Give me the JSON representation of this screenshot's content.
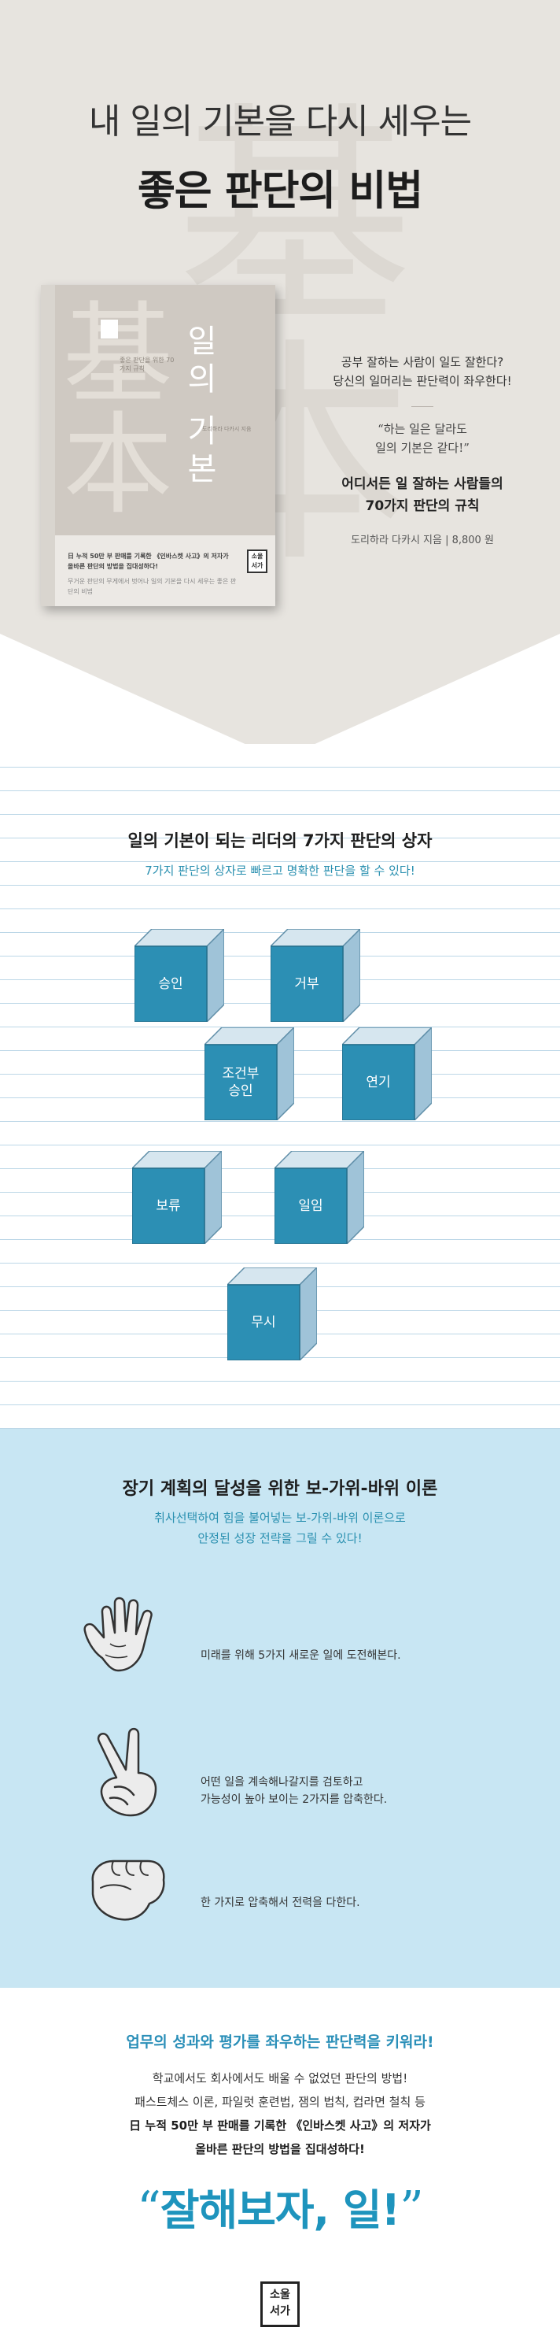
{
  "hero": {
    "headline": "내 일의 기본을 다시 세우는",
    "headline_bold": "좋은 판단의 비법",
    "book": {
      "title_line1": "일의",
      "title_line2": "기본",
      "small_text": "좋은 판단을 위한 70가지 규칙",
      "author_text": "도리하라 다카시 지음",
      "band_lead": "日 누적 50만 부 판매를 기록한 《인바스켓 사고》의 저자가",
      "band_lead2": "올바른 판단의 방법을 집대성하다!",
      "band_muted": "무거운 판단의 무게에서 벗어나 일의 기본을 다시 세우는 좋은 판단의 비법",
      "logo": "소울 서가"
    },
    "question_line1": "공부 잘하는 사람이 일도 잘한다?",
    "question_line2": "당신의 일머리는 판단력이 좌우한다!",
    "quote_line1": "“하는 일은 달라도",
    "quote_line2": "일의 기본은 같다!”",
    "bold_line1": "어디서든 일 잘하는 사람들의",
    "bold_line2": "70가지 판단의 규칙",
    "price": "도리하라 다카시 지음 | 8,800 원"
  },
  "boxes": {
    "title": "일의 기본이 되는 리더의 7가지 판단의 상자",
    "subtitle": "7가지 판단의 상자로 빠르고 명확한 판단을 할 수 있다!",
    "labels": [
      "승인",
      "거부",
      "조건부\n승인",
      "연기",
      "보류",
      "일임",
      "무시"
    ],
    "front_color": "#2c8fb4",
    "side_color": "#9fc3d8",
    "top_color": "#d6e6ef"
  },
  "rps": {
    "title": "장기 계획의 달성을 위한 보-가위-바위 이론",
    "subtitle_line1": "취사선택하여 힘을 불어넣는 보-가위-바위 이론으로",
    "subtitle_line2": "안정된 성장 전략을 그릴 수 있다!",
    "items": [
      {
        "icon": "open-palm-icon",
        "text_line1": "미래를 위해 5가지 새로운 일에 도전해본다.",
        "text_line2": ""
      },
      {
        "icon": "victory-hand-icon",
        "text_line1": "어떤 일을 계속해나갈지를 검토하고",
        "text_line2": "가능성이 높아 보이는 2가지를 압축한다."
      },
      {
        "icon": "fist-icon",
        "text_line1": "한 가지로 압축해서 전력을 다한다.",
        "text_line2": ""
      }
    ]
  },
  "bottom": {
    "title": "업무의 성과와 평가를 좌우하는 판단력을 키워라!",
    "line1": "학교에서도 회사에서도 배울 수 없었던 판단의 방법!",
    "line2": "패스트체스 이론, 파일럿 훈련법, 잼의 법칙, 컵라면 철칙 등",
    "line3": "日 누적 50만 부 판매를 기록한 《인바스켓 사고》의 저자가",
    "line4": "올바른 판단의 방법을 집대성하다!",
    "quote_open": "“",
    "quote": "잘해보자, 일!",
    "quote_close": "”",
    "logo_line1": "소울",
    "logo_line2": "서가"
  }
}
